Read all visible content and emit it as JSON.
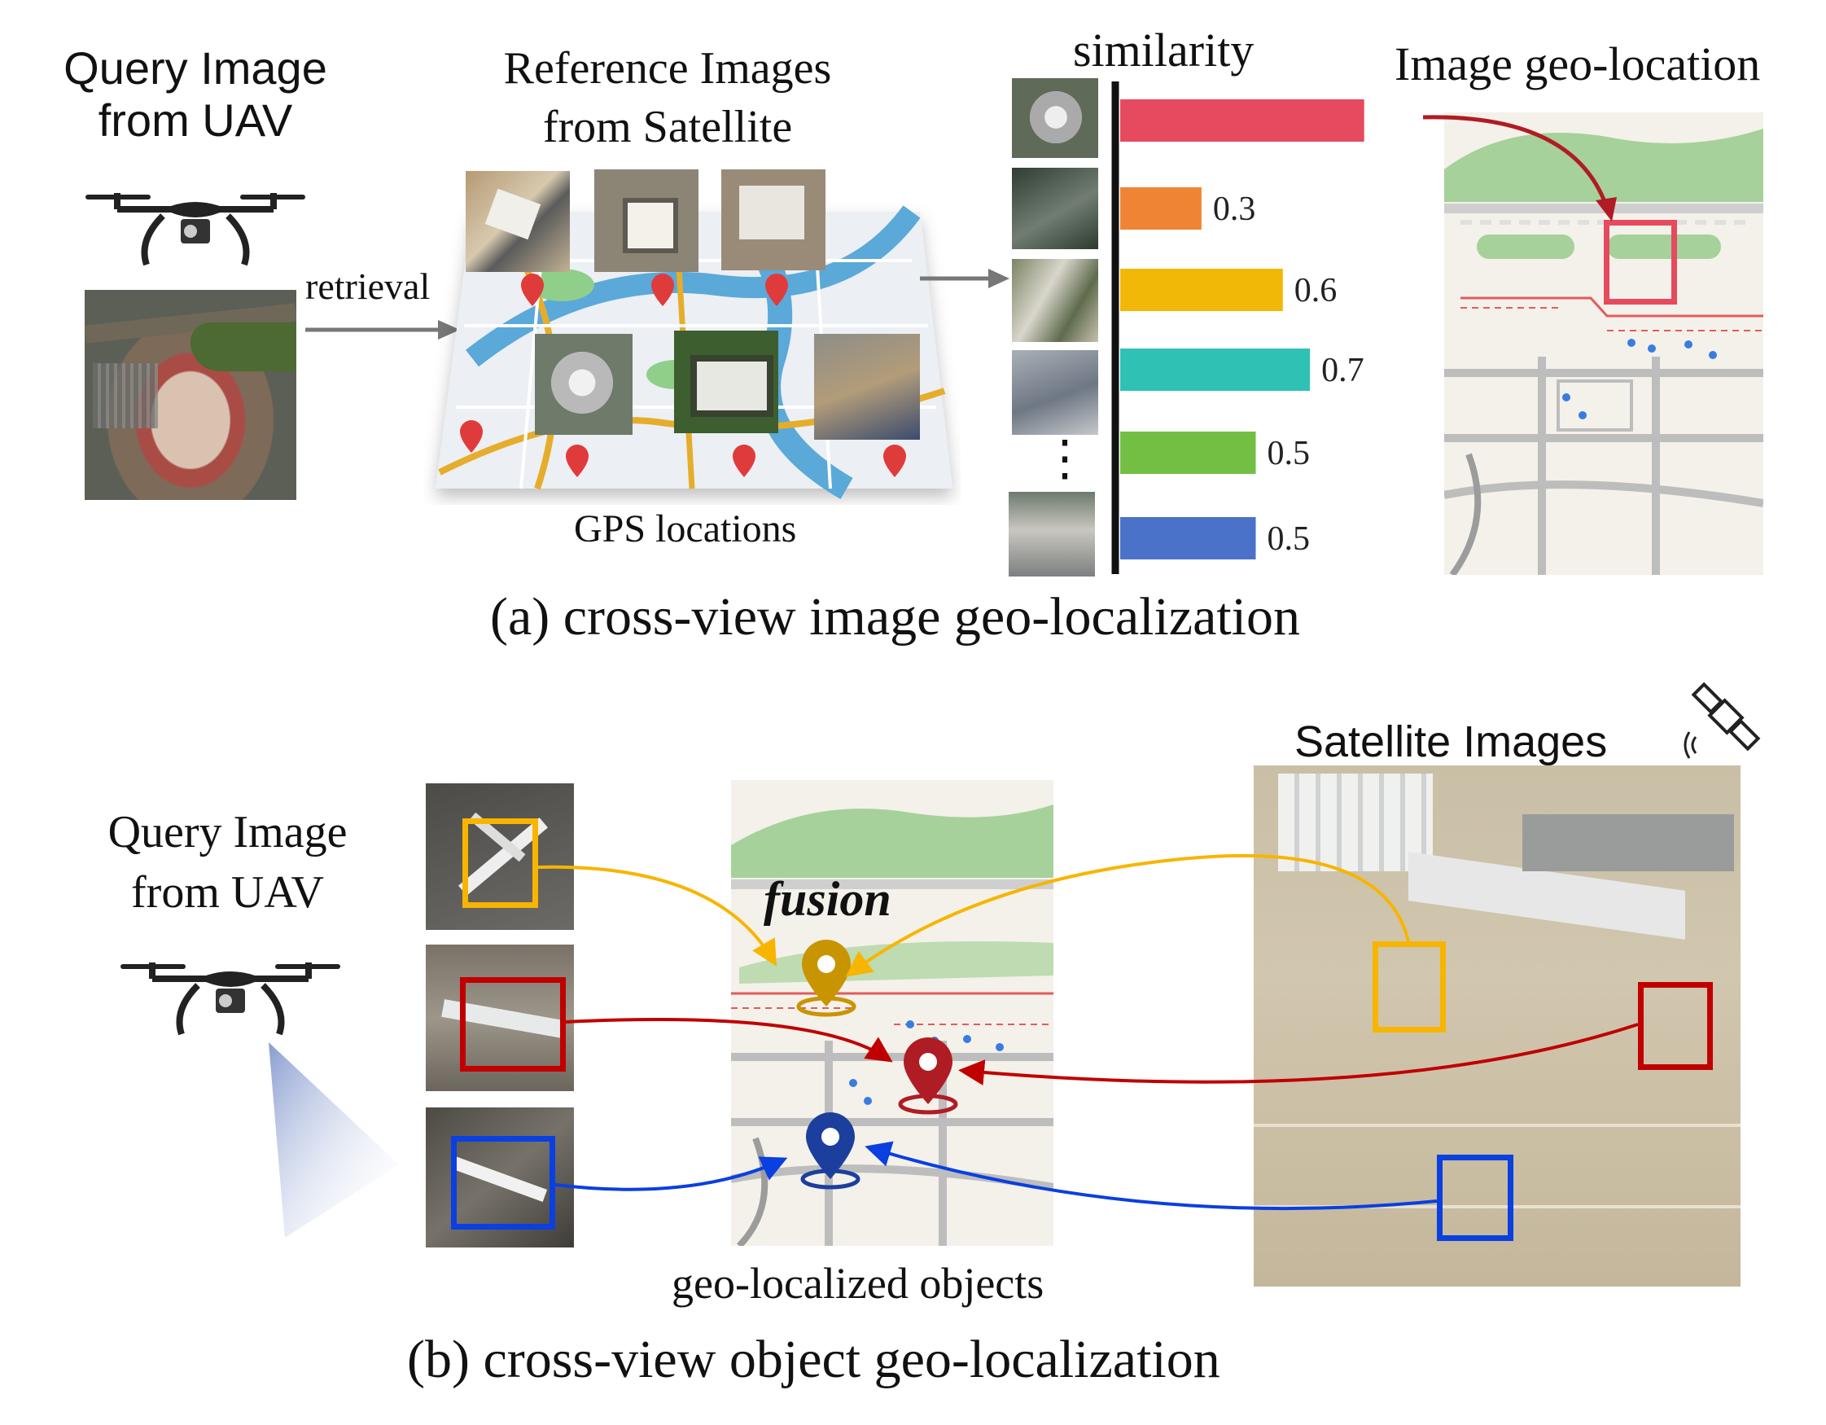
{
  "panel_a": {
    "query_title_line1": "Query Image",
    "query_title_line2": "from UAV",
    "retrieval_label": "retrieval",
    "reference_title_line1": "Reference Images",
    "reference_title_line2": "from Satellite",
    "gps_label": "GPS locations",
    "similarity_title": "similarity",
    "scores": [
      "0.9",
      "0.3",
      "0.6",
      "0.7",
      "0.5",
      "0.5"
    ],
    "score_values": [
      0.9,
      0.3,
      0.6,
      0.7,
      0.5,
      0.5
    ],
    "bar_colors": [
      "#e64a5f",
      "#ef8534",
      "#f2b807",
      "#2fc2b4",
      "#72bf44",
      "#4a72c8"
    ],
    "ellipsis": "⋮",
    "geo_title": "Image geo-location",
    "caption": "(a) cross-view image geo-localization"
  },
  "panel_b": {
    "query_title_line1": "Query Image",
    "query_title_line2": "from UAV",
    "fusion_label": "fusion",
    "geo_objects_label": "geo-localized objects",
    "satellite_title": "Satellite Images",
    "caption": "(b) cross-view object geo-localization",
    "colors": {
      "yellow": "#f7b500",
      "red": "#c00000",
      "blue": "#0a3fe0"
    }
  }
}
